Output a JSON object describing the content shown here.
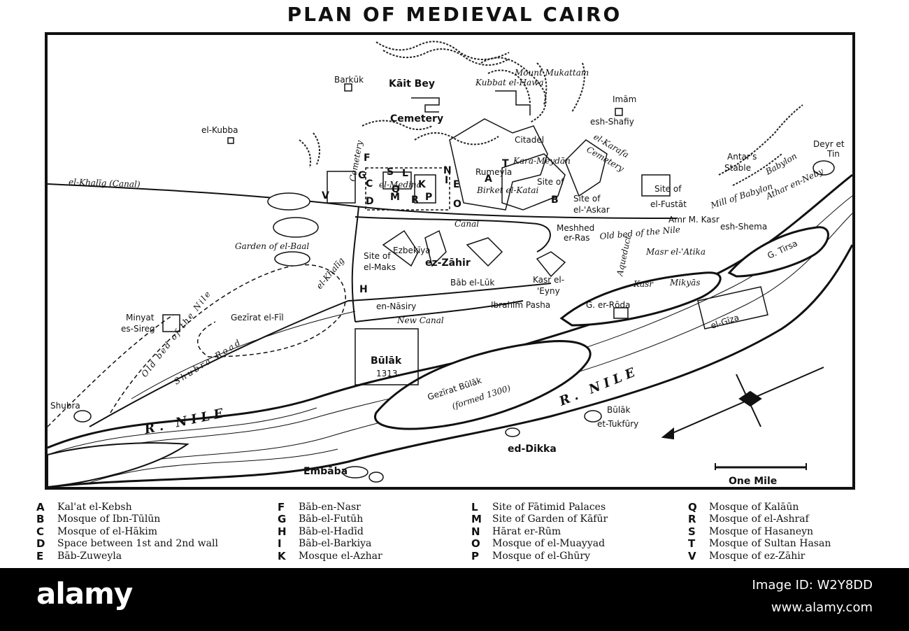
{
  "title": "PLAN OF MEDIEVAL CAIRO",
  "map": {
    "labels": {
      "mount_mukattam": "Mount Mukattam",
      "kubbat": "Kubbat el-Hawa",
      "barkuk": "Barkūk",
      "kait_bey": "Kāit Bey",
      "cemetery_top": "Cemetery",
      "cemetery_vert": "Cemetery",
      "imam": "Imām",
      "esh_shafiy": "esh-Shafiy",
      "el_kubba": "el-Kubba",
      "citadel": "Citadel",
      "kara_meydan": "Kara-Meydān",
      "el_karafa": "el-Karafa",
      "karafa_cemetery": "Cemetery",
      "rumeyla": "Rumeyla",
      "el_khalig_canal": "el-Khalīg (Canal)",
      "deyr_et_tin_1": "Deyr et",
      "deyr_et_tin_2": "Tin",
      "antars_1": "Antar's",
      "antars_2": "Stable",
      "babylon": "Babylon",
      "athar_en_neby": "Athar en-Neby",
      "site_of": "Site of",
      "el_fustat": "el-Fustāt",
      "mill_of_babylon": "Mill of Babylon",
      "amr_kasr": "Amr M. Kasr",
      "esh_shema": "esh-Shema",
      "birket": "Birket el-Katai",
      "site_of_2": "Site of",
      "el_askar": "el-'Askar",
      "site_of_3": "Site of",
      "meshhed": "Meshhed",
      "er_ras": "er-Ras",
      "old_bed_nile_right": "Old bed of the Nile",
      "aqueduct": "Aqueduct",
      "masr_el_atika": "Masr el-'Atika",
      "canal_mid": "Canal",
      "garden_el_baal": "Garden of el-Baal",
      "el_khalig_small": "el-Khalīg",
      "site_of_4": "Site of",
      "el_maks": "el-Maks",
      "ezbekiya": "Ezbekīya",
      "ez_zahir": "ez-Zāhir",
      "bab_el_luk": "Bāb el-Lūk",
      "en_nasiry": "en-Nāsiry",
      "ibrahim_pasha": "Ibrahim Pasha",
      "kasr_el_eyny_1": "Kasr el-",
      "kasr_el_eyny_2": "'Eyny",
      "new_canal": "New Canal",
      "g_er_roda": "G. er-Rōda",
      "kasr": "Kasr",
      "mikyas": "Mikyās",
      "g_tirsa": "G. Tirsa",
      "el_giza": "el-Gīza",
      "minyat_1": "Minyat",
      "minyat_2": "es-Sireg",
      "gezirat_el_fil": "Gezīrat el-Fīl",
      "old_bed_nile_left": "Old bed of the Nile",
      "shubra_road": "Shubra Road",
      "bulak": "Būlāk",
      "bulak_year": "1313",
      "gezirat_bulak": "Gezīrat Būlāk",
      "formed_1300": "(formed 1300)",
      "r_nile_left": "R. NILE",
      "r_nile_right": "R. NILE",
      "shubra": "Shubra",
      "bulak_tukfury_1": "Būlāk",
      "bulak_tukfury_2": "et-Tukfūry",
      "ed_dikka": "ed-Dikka",
      "embaba": "Embāba",
      "one_mile": "One Mile",
      "el_medina": "el-Medina"
    },
    "letters": [
      "A",
      "B",
      "C",
      "D",
      "E",
      "F",
      "G",
      "H",
      "I",
      "K",
      "L",
      "M",
      "N",
      "O",
      "P",
      "Q",
      "R",
      "S",
      "T",
      "V"
    ]
  },
  "legend": {
    "columns": [
      [
        {
          "key": "A",
          "text": "Kal'at el-Kebsh"
        },
        {
          "key": "B",
          "text": "Mosque of Ibn-Tūlūn"
        },
        {
          "key": "C",
          "text": "Mosque of el-Hākim"
        },
        {
          "key": "D",
          "text": "Space between 1st and 2nd wall"
        },
        {
          "key": "E",
          "text": "Bāb-Zuweyla"
        }
      ],
      [
        {
          "key": "F",
          "text": "Bāb-en-Nasr"
        },
        {
          "key": "G",
          "text": "Bāb-el-Futūh"
        },
        {
          "key": "H",
          "text": "Bāb-el-Hadīd"
        },
        {
          "key": "I",
          "text": "Bāb-el-Barkiya"
        },
        {
          "key": "K",
          "text": "Mosque el-Azhar"
        }
      ],
      [
        {
          "key": "L",
          "text": "Site of Fātimid Palaces"
        },
        {
          "key": "M",
          "text": "Site of Garden of Kāfūr"
        },
        {
          "key": "N",
          "text": "Hārat er-Rūm"
        },
        {
          "key": "O",
          "text": "Mosque of el-Muayyad"
        },
        {
          "key": "P",
          "text": "Mosque of el-Ghūry"
        }
      ],
      [
        {
          "key": "Q",
          "text": "Mosque of Kalāūn"
        },
        {
          "key": "R",
          "text": "Mosque of el-Ashraf"
        },
        {
          "key": "S",
          "text": "Mosque of Hasaneyn"
        },
        {
          "key": "T",
          "text": "Mosque of Sultan Hasan"
        },
        {
          "key": "V",
          "text": "Mosque of ez-Zāhir"
        }
      ]
    ]
  },
  "watermark": {
    "logo": "alamy",
    "image_id": "Image ID: W2Y8DD",
    "url": "www.alamy.com"
  }
}
